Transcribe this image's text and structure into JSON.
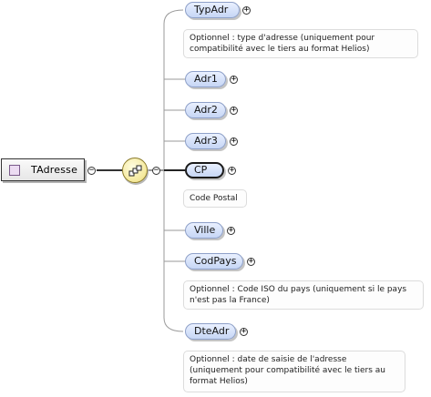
{
  "root": {
    "label": "TAdresse",
    "icon": "complex-type-icon"
  },
  "sequence": {
    "icon": "sequence-compositor-icon"
  },
  "elements": [
    {
      "name": "TypAdr",
      "annotation": "Optionnel : type d'adresse (uniquement pour compatibilité avec le tiers au format Helios)"
    },
    {
      "name": "Adr1",
      "annotation": ""
    },
    {
      "name": "Adr2",
      "annotation": ""
    },
    {
      "name": "Adr3",
      "annotation": ""
    },
    {
      "name": "CP",
      "annotation": "Code Postal",
      "selected": true
    },
    {
      "name": "Ville",
      "annotation": ""
    },
    {
      "name": "CodPays",
      "annotation": "Optionnel : Code ISO du pays (uniquement si le pays n'est pas la France)"
    },
    {
      "name": "DteAdr",
      "annotation": "Optionnel : date de saisie de l'adresse (uniquement pour compatibilité avec le tiers au format Helios)"
    }
  ],
  "toggles": {
    "expanded": "−",
    "collapsed": "+"
  }
}
